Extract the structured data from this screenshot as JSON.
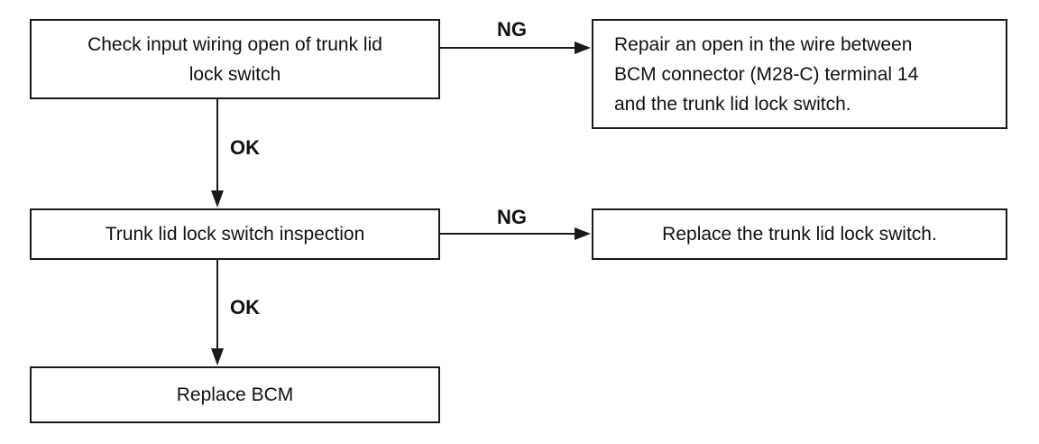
{
  "flowchart": {
    "steps": {
      "check_input_wiring": "Check input wiring open of trunk lid\nlock switch",
      "repair_open_wire": "Repair an open in the wire between\nBCM connector (M28-C) terminal 14\nand the trunk lid lock switch.",
      "switch_inspection": "Trunk lid lock switch inspection",
      "replace_switch": "Replace the trunk lid lock switch.",
      "replace_bcm": "Replace BCM"
    },
    "edges": {
      "check_ng": "NG",
      "check_ok": "OK",
      "inspection_ng": "NG",
      "inspection_ok": "OK"
    }
  }
}
